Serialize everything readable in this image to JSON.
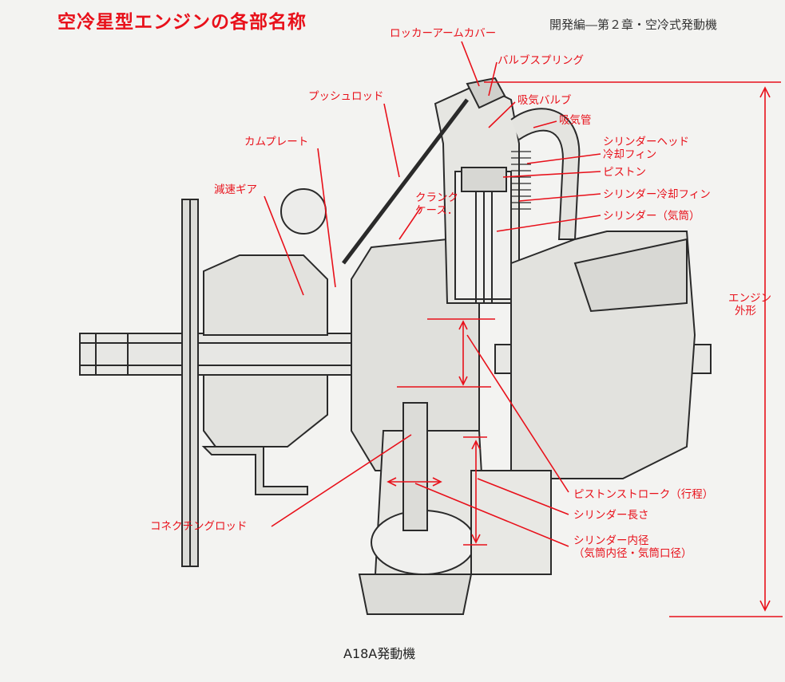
{
  "header": {
    "title": "空冷星型エンジンの各部名称",
    "chapter": "開発編―第２章・空冷式発動機"
  },
  "caption": "A18A発動機",
  "labels": {
    "rocker_arm_cover": "ロッカーアームカバー",
    "valve_spring": "バルブスプリング",
    "intake_valve": "吸気バルブ",
    "intake_pipe": "吸気管",
    "cylinder_head_fin_1": "シリンダーヘッド",
    "cylinder_head_fin_2": "冷却フィン",
    "piston": "ピストン",
    "cylinder_fin": "シリンダー冷却フィン",
    "cylinder": "シリンダー（気筒）",
    "push_rod": "プッシュロッド",
    "cam_plate": "カムプレート",
    "reduction_gear": "減速ギア",
    "crankcase_1": "クランク",
    "crankcase_2": "ケース．",
    "engine_size_1": "エンジン",
    "engine_size_2": "外形",
    "piston_stroke": "ピストンストローク（行程）",
    "cylinder_length": "シリンダー長さ",
    "cylinder_bore_1": "シリンダー内径",
    "cylinder_bore_2": "（気筒内径・気筒口径）",
    "connecting_rod": "コネクチングロッド"
  },
  "colors": {
    "accent": "#e8101a",
    "ink": "#2a2a2a",
    "paper": "#f3f3f1"
  }
}
